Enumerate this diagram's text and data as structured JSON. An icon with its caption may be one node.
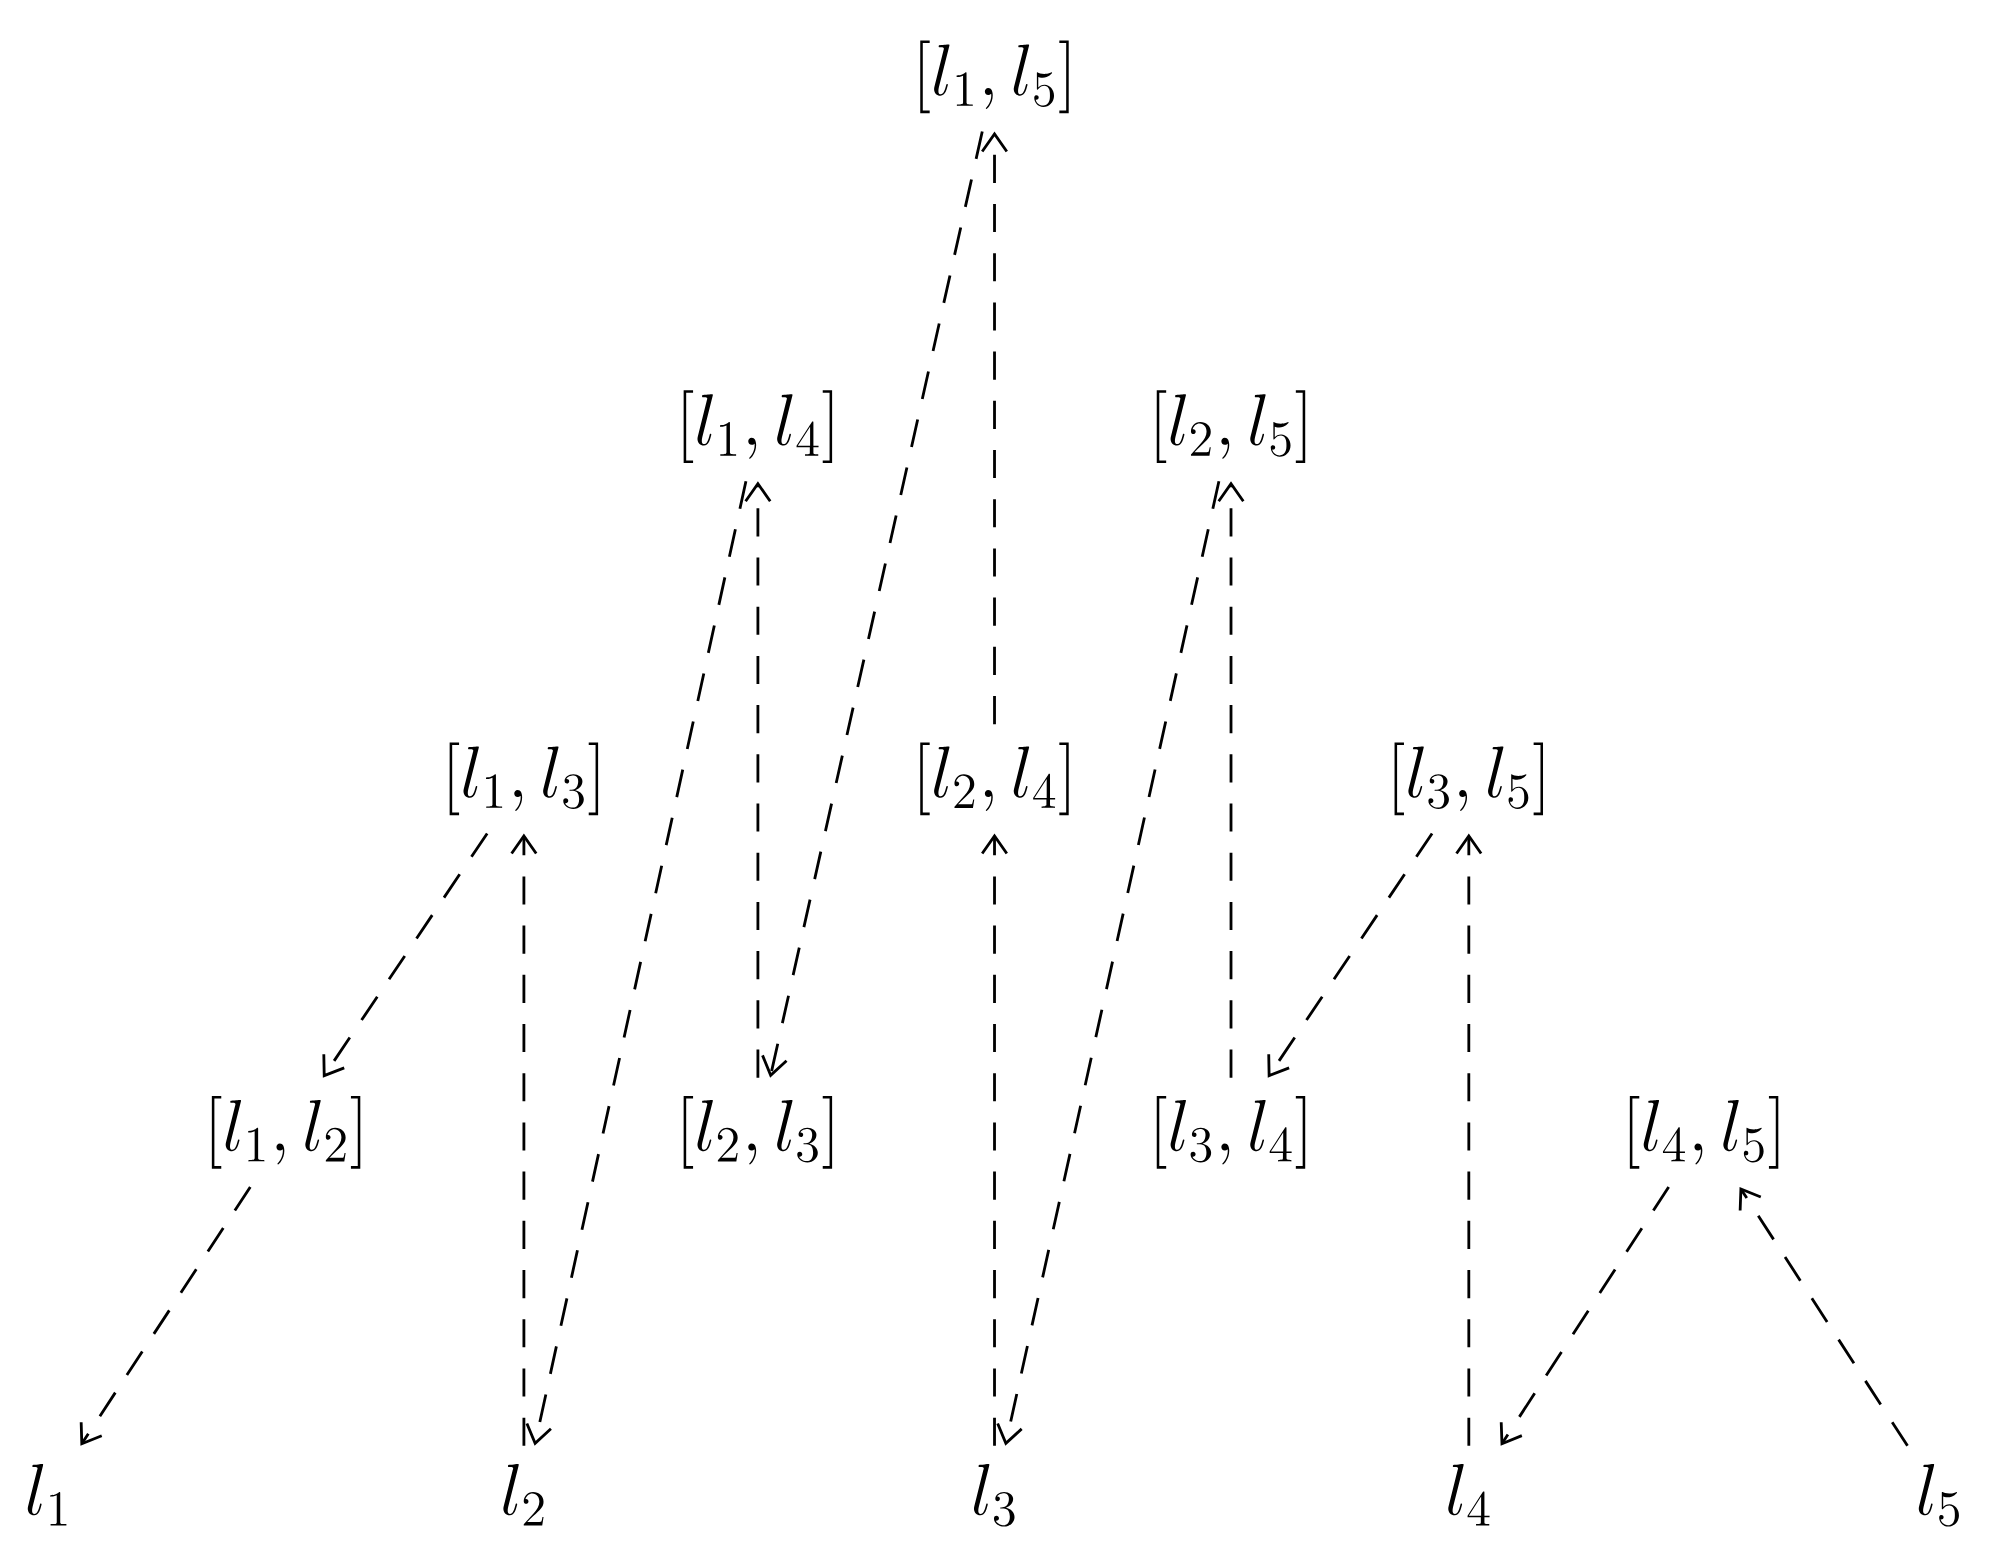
{
  "diagram": {
    "nodes": [
      {
        "text": [
          "[l_1, l_5]"
        ]
      },
      {
        "text": [
          "[l_1, l_4]"
        ]
      },
      {
        "text": [
          "[l_2, l_5]"
        ]
      },
      {
        "text": [
          "[l_1, l_3]"
        ]
      },
      {
        "text": [
          "[l_2, l_4]"
        ]
      },
      {
        "text": [
          "[l_3, l_5]"
        ]
      },
      {
        "text": [
          "[l_1, l_2]"
        ]
      },
      {
        "text": [
          "[l_2, l_3]"
        ]
      },
      {
        "text": [
          "[l_3, l_4]"
        ]
      },
      {
        "text": [
          "[l_4, l_5]"
        ]
      },
      {
        "text": [
          "l_1"
        ]
      },
      {
        "text": [
          "l_2"
        ]
      },
      {
        "text": [
          "l_3"
        ]
      },
      {
        "text": [
          "l_4"
        ]
      },
      {
        "text": [
          "l_5"
        ]
      }
    ],
    "edges": [
      {
        "from": 0,
        "to": 7,
        "arrow": "to",
        "style": "dashed"
      },
      {
        "from": 4,
        "to": 0,
        "arrow": "to",
        "style": "dashed"
      },
      {
        "from": 1,
        "to": 11,
        "arrow": "to",
        "style": "dashed"
      },
      {
        "from": 7,
        "to": 1,
        "arrow": "to",
        "style": "dashed"
      },
      {
        "from": 2,
        "to": 12,
        "arrow": "to",
        "style": "dashed"
      },
      {
        "from": 8,
        "to": 2,
        "arrow": "to",
        "style": "dashed"
      },
      {
        "from": 3,
        "to": 6,
        "arrow": "to",
        "style": "dashed"
      },
      {
        "from": 11,
        "to": 3,
        "arrow": "to",
        "style": "dashed"
      },
      {
        "from": 12,
        "to": 4,
        "arrow": "to",
        "style": "dashed"
      },
      {
        "from": 5,
        "to": 8,
        "arrow": "to",
        "style": "dashed"
      },
      {
        "from": 13,
        "to": 5,
        "arrow": "to",
        "style": "dashed"
      },
      {
        "from": 6,
        "to": 10,
        "arrow": "to",
        "style": "dashed"
      },
      {
        "from": 9,
        "to": 13,
        "arrow": "to",
        "style": "dashed"
      },
      {
        "from": 14,
        "to": 9,
        "arrow": "to",
        "style": "dashed"
      }
    ]
  }
}
